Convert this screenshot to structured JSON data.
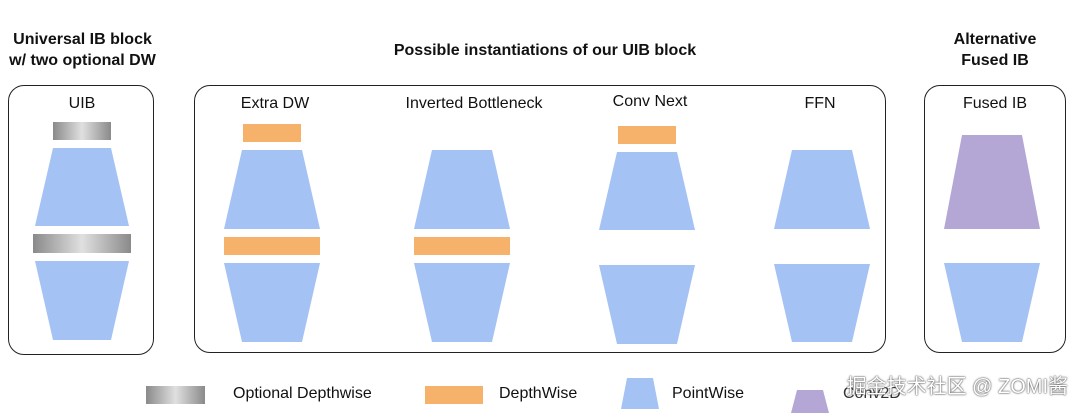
{
  "headings": {
    "left_line1": "Universal IB block",
    "left_line2": "w/ two optional DW",
    "center": "Possible instantiations of our UIB block",
    "right_line1": "Alternative",
    "right_line2": "Fused IB"
  },
  "columns": {
    "uib": "UIB",
    "extra_dw": "Extra DW",
    "inverted_bottleneck": "Inverted Bottleneck",
    "conv_next": "Conv Next",
    "ffn": "FFN",
    "fused_ib": "Fused IB"
  },
  "legend": {
    "optional_depthwise": "Optional Depthwise",
    "depthwise": "DepthWise",
    "pointwise": "PointWise",
    "conv2d": "Conv2D"
  },
  "colors": {
    "pointwise": "#a4c2f4",
    "depthwise": "#f6b26b",
    "conv2d": "#b4a7d6",
    "optional_gray": "#999999"
  },
  "watermark": "掘金技术社区 @ ZOMI酱"
}
